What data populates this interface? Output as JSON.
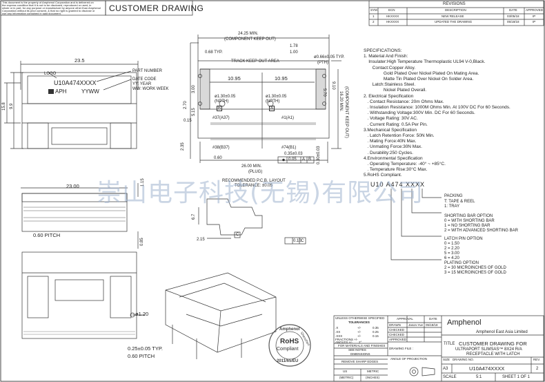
{
  "header": {
    "disclaimer": [
      "This document is the property of Amphenol Corporation and is delivered on",
      "the express condition that it is not to be disclosed, reproduced or used, in",
      "whole or in part, for any purpose or manufacture by anyone other than Amphenol",
      "Corporation without its prior consent, & that no right is granted to disclose or",
      "use any information contained in said document."
    ],
    "drawing_title": "CUSTOMER DRAWING"
  },
  "revisions": {
    "title": "REVISIONS",
    "columns": [
      "SYM",
      "ECN",
      "DESCRIPTION",
      "DATE",
      "APPROVED"
    ],
    "rows": [
      [
        "1",
        "HKXXXX",
        "NEW RELEASE",
        "03/05/18",
        "IP"
      ],
      [
        "2",
        "HKXXXX",
        "UPDATED THE DRAWING",
        "05/18/18",
        "IP"
      ]
    ]
  },
  "dimensions": {
    "top_left": {
      "width": "23.5",
      "height_a": "15.8",
      "height_b": "9.9",
      "logo_label": "LOGO",
      "part_number_label": "PART NUMBER",
      "date_code_label": "DATE CODE",
      "yy_label": "YY: YEAR",
      "ww_label": "WW: WORK WEEK",
      "part_marking": "U10A474XXXX",
      "aph_marking": "APH",
      "date_marking": "YYWW"
    },
    "pcb": {
      "keepout_top": "24.25 MIN.",
      "keepout_top_note": "(COMPONENT KEEP OUT)",
      "typ_068": "0.68 TYP.",
      "track_keepout": "TRACK KEEP OUT AREA",
      "dim_178": "1.78",
      "dim_100": "1.00",
      "hole_066": "ø0.66±0.05 TYP.",
      "pth": "(PTH)",
      "left_1095": "10.95",
      "right_1095": "10.95",
      "dim_515": "5.15",
      "dim_300": "3.00",
      "dim_270": "2.70",
      "dim_015": "0.15",
      "dim_235": "2.35",
      "dim_060": "0.60",
      "dim_570": "5.70",
      "dim_910": "9.10",
      "dim_1620": "16.20 MIN.",
      "keepout_right": "(COMPONENT KEEP OUT)",
      "npth_b_hole": "ø1.30±0.05",
      "npth_b": "(NPTH)",
      "datum_b": "B",
      "npth_a_hole": "ø1.30±0.05",
      "npth_a": "(NPTH)",
      "datum_a": "A",
      "pin_37": "#37(A37)",
      "pin_1": "#1(A1)",
      "pin_38": "#38(B37)",
      "pin_74": "#74(B1)",
      "pad_035": "0.35±0.03",
      "pad_030": "0.30±0.03",
      "dim_2600": "26.00 MIN.",
      "plug_note": "(PLUG)",
      "tol_005": "0.05",
      "tol_a": "A",
      "tol_b": "B",
      "recommended": "RECOMMENDED P.C.B. LAYOUT",
      "tolerance": "TOLERANCE: ±0.05"
    },
    "side": {
      "width": "23.00",
      "dim_115": "1.15",
      "pitch": "0.60 PITCH",
      "dim_085": "0.85"
    },
    "profile": {
      "dim_67": "6.7",
      "dim_215": "2.15",
      "datum_c": "C",
      "flatness": "0.10",
      "flat_datum": "C"
    },
    "bottom_left": {
      "hole": "ø1.20",
      "typ": "0.25±0.05 TYP.",
      "pitch": "0.60 PITCH"
    }
  },
  "specifications": [
    "SPECIFICATIONS:",
    "1. Material And Finish:",
    "    Insulater:High Temperature Thermoplastic UL94 V-0,Black.",
    "       Contact:Copper Alloy.",
    "                Gold Plated Over Nickel Plated On Mating Area.",
    "                Matte Tin Plated Over Nickel On Solder Area.",
    "       Latch:Stainless Steel.",
    "                Nickel Plated Overall.",
    "2. Electrical Specification",
    "   . Contact Resistance: 20m Ohms Max.",
    "   . Insulation Resistance: 1000M Ohms Min. At 100V DC For 60 Seconds.",
    "   . Withstanding Voltage:300V Min. DC For 60 Seconds.",
    "   . Voltage Rating: 30V AC.",
    "   . Current Rating: 0.5A Per Pin.",
    "3.Mechanical Specification",
    "   . Latch Retention Force: 50N Min.",
    "   . Mating Force:40N Max.",
    "   . Unmating Force:30N Max.",
    "   . Durability:250 Cycles.",
    "4.Environmental Specification",
    "   . Operating Temperature: -40° ~ +85°C.",
    "   . Temperature Rise:30°C Max.",
    "5.RoHS Compliant."
  ],
  "part_code": {
    "code": "U10  A474  XXXX",
    "packing_title": "PACKING",
    "packing": [
      "T: TAPE & REEL",
      "1: TRAY"
    ],
    "shorting_title": "SHORTING BAR OPTION",
    "shorting": [
      "0  = WITH SHORTING BAR",
      "1  = NO SHORTING BAR",
      "2  = WITH ADVANCED SHORTING BAR"
    ],
    "latch_title": "LATCH PIN OPTION",
    "latch": [
      "0  = 1.50",
      "2  = 2.20",
      "5  = 3.00",
      "6  = 4.20"
    ],
    "plating_title": "PLATING OPTION",
    "plating": [
      "2  = 30 MICROINCHES OF GOLD",
      "3  = 15 MICROINCHES OF GOLD"
    ]
  },
  "watermark": "崇山电子科技(无锡)有限公司",
  "rohs_stamp": {
    "top": "Amphenol",
    "left": "Shenzhen",
    "center": "RoHS",
    "center2": "Compliant",
    "bottom": "2011/65/EU"
  },
  "title_block": {
    "tolerances_title": "UNLESS OTHERWISE SPECIFIED",
    "tolerances_sub": "TOLERANCES",
    "tol_rows": [
      [
        ".X",
        "+/-",
        "0.35"
      ],
      [
        ".XX",
        "+/-",
        "0.25"
      ],
      [
        ".XXX",
        "+/-",
        "0.15"
      ],
      [
        "FRACTIONS +/-",
        "",
        ""
      ],
      [
        "ANGLES +/-",
        "2°",
        ""
      ]
    ],
    "materials": "FOR MATERIALS AND FINISHES",
    "materials2": "SEE NOTES",
    "dimensions": "DIMENSIONS",
    "remove_sharp": "REMOVE SHARP EDGES",
    "units": [
      "US",
      "METRIC",
      "(METRIC)",
      "(INCHES)"
    ],
    "approval": "APPROVAL",
    "date": "DATE",
    "drawn": "DRAWN",
    "drawn_by": "Jason.Yue",
    "drawn_date": "05/18/18",
    "checked": "CHECKED",
    "checked2": "CHECKED",
    "approved": "APPROVED",
    "drawing_file": "DRAWING FILE :",
    "angle_projection": "ANGLE OF PROJECTION",
    "company": "Amphenol",
    "company_sub": "Amphenol East Asia Limited",
    "title_label": "TITLE",
    "title_line1": "CUSTOMER DRAWING FOR",
    "title_line2": "ULTRAPORT SLIMSAS™ 8X24 R/A",
    "title_line3": "RECEPTACLE WITH LATCH",
    "size_label": "SIZE",
    "size": "A3",
    "drawing_no_label": "DRAWING NO.",
    "drawing_no": "U10A474XXXX",
    "rev_label": "REV.",
    "rev": "2",
    "scale_label": "SCALE",
    "scale": "5:1",
    "sheet": "SHEET  1  OF  1"
  }
}
